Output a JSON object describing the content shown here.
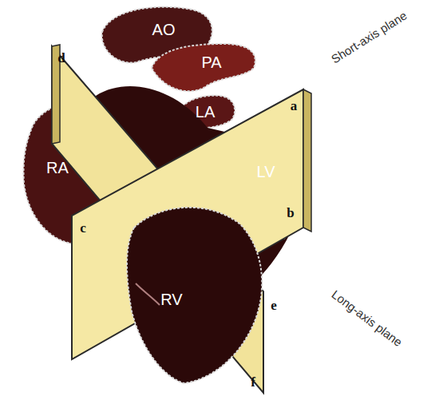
{
  "diagram": {
    "labels": [
      "AO",
      "PA",
      "LA",
      "RA",
      "LV",
      "RV",
      "d",
      "a",
      "b",
      "c",
      "e",
      "f",
      "Short-axis plane",
      "Long-axis plane"
    ]
  }
}
